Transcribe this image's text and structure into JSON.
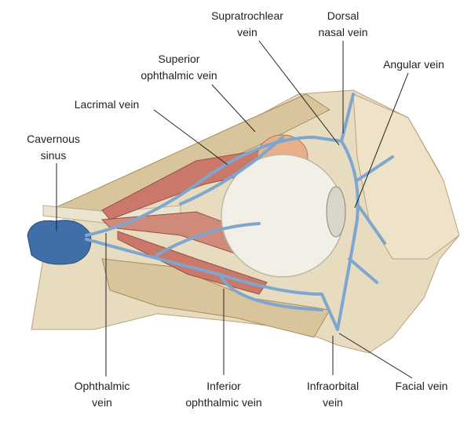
{
  "labels": {
    "supratrochlear": [
      "Supratrochlear",
      "vein"
    ],
    "dorsal_nasal": [
      "Dorsal",
      "nasal vein"
    ],
    "superior_ophthalmic": [
      "Superior",
      "ophthalmic vein"
    ],
    "angular": [
      "Angular vein"
    ],
    "lacrimal": [
      "Lacrimal vein"
    ],
    "cavernous": [
      "Cavernous",
      "sinus"
    ],
    "ophthalmic": [
      "Ophthalmic",
      "vein"
    ],
    "inferior_ophthalmic": [
      "Inferior",
      "ophthalmic vein"
    ],
    "infraorbital": [
      "Infraorbital",
      "vein"
    ],
    "facial": [
      "Facial vein"
    ]
  },
  "colors": {
    "vein": "#7ea6cf",
    "bone": "#e8dcc0",
    "muscle": "#c9786a",
    "eye": "#f2efe6",
    "sinus": "#3f6ea8"
  }
}
